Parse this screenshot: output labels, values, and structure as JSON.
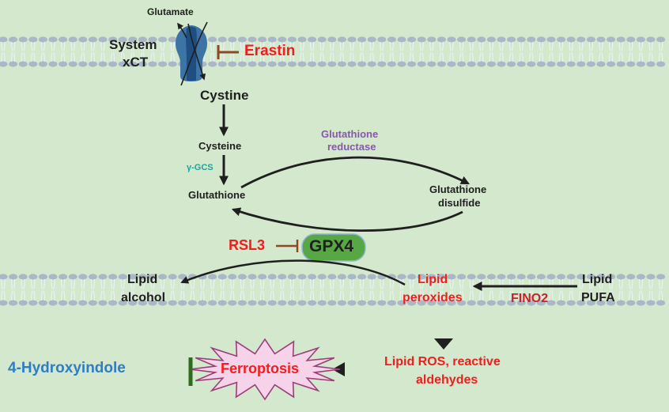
{
  "diagram": {
    "title": "Ferroptosis pathway",
    "colors": {
      "background": "#d3e8cc",
      "membrane_head": "#a9b7c9",
      "membrane_tail": "#e8f2f0",
      "arrow": "#1f1f1f",
      "inhibitor_brown": "#8b4a24",
      "inhibitor_green": "#2e6a1f",
      "gpx4_fill": "#57a845",
      "transporter_light": "#3d74a6",
      "transporter_dark": "#1e4f80",
      "burst_fill": "#f7d3ea",
      "burst_stroke": "#9a3f7a",
      "red_text": "#f21d1d",
      "purple_text": "#8a55b0",
      "teal_text": "#1ba39c",
      "blue_text": "#2f7dc4"
    },
    "labels": {
      "glutamate": "Glutamate",
      "system_xct_line1": "System",
      "system_xct_line2": "xCT",
      "erastin": "Erastin",
      "cystine": "Cystine",
      "cysteine": "Cysteine",
      "gamma_gcs": "γ-GCS",
      "glutathione": "Glutathione",
      "glutathione_reductase_line1": "Glutathione",
      "glutathione_reductase_line2": "reductase",
      "glutathione_disulfide_line1": "Glutathione",
      "glutathione_disulfide_line2": "disulfide",
      "rsl3": "RSL3",
      "gpx4": "GPX4",
      "lipid_alcohol_line1": "Lipid",
      "lipid_alcohol_line2": "alcohol",
      "lipid_peroxides_line1": "Lipid",
      "lipid_peroxides_line2": "peroxides",
      "fino2": "FINO2",
      "lipid_pufa_line1": "Lipid",
      "lipid_pufa_line2": "PUFA",
      "lipid_ros_line1": "Lipid ROS, reactive",
      "lipid_ros_line2": "aldehydes",
      "ferroptosis": "Ferroptosis",
      "hydroxyindole": "4-Hydroxyindole"
    }
  }
}
